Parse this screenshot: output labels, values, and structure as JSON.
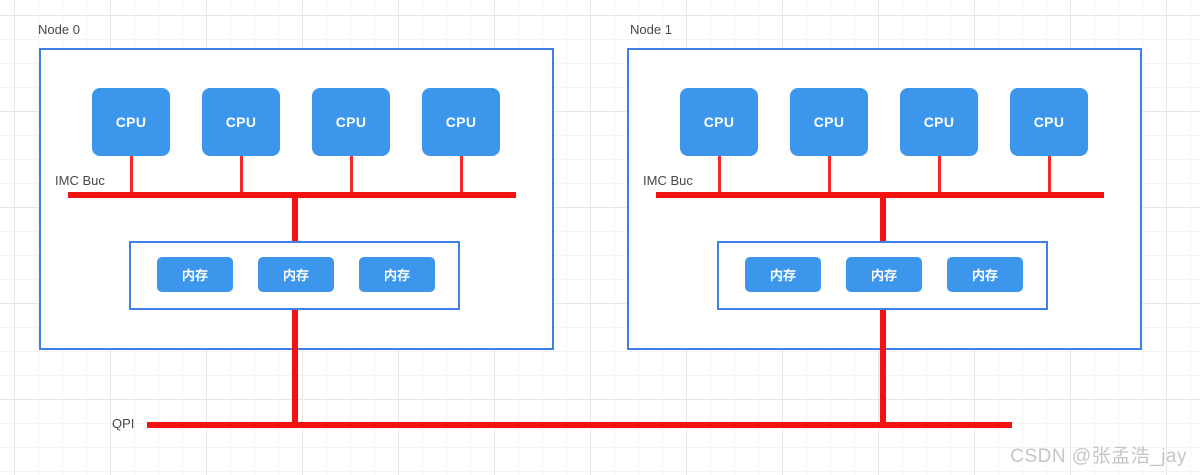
{
  "diagram": {
    "nodes": [
      {
        "label": "Node 0",
        "bus_label": "IMC Buc",
        "cpus": [
          "CPU",
          "CPU",
          "CPU",
          "CPU"
        ],
        "memory": [
          "内存",
          "内存",
          "内存"
        ]
      },
      {
        "label": "Node 1",
        "bus_label": "IMC Buc",
        "cpus": [
          "CPU",
          "CPU",
          "CPU",
          "CPU"
        ],
        "memory": [
          "内存",
          "内存",
          "内存"
        ]
      }
    ],
    "qpi_label": "QPI",
    "colors": {
      "box_fill_blue": "#3b96ec",
      "border_blue": "#3c80e8",
      "bus_red": "#f31212",
      "label_gray": "#474747",
      "grid_gray": "#e7e7e7"
    }
  },
  "watermark": "CSDN @张孟浩_jay"
}
